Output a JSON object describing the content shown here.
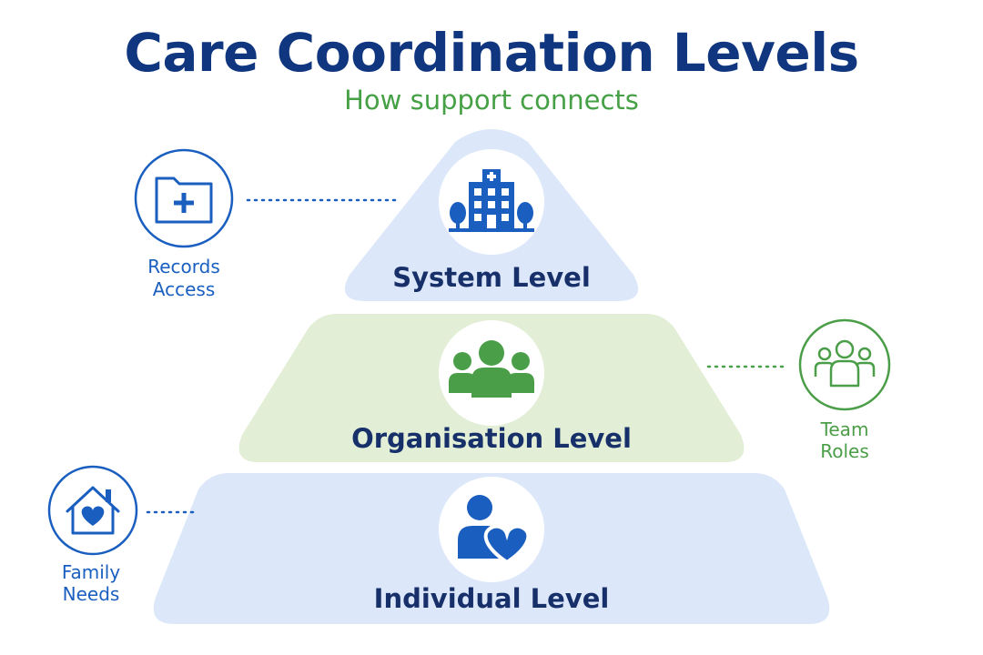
{
  "title": "Care Coordination Levels",
  "subtitle": "How support connects",
  "levels": [
    {
      "label": "System Level",
      "icon": "hospital-icon",
      "color": "#1a5fc0"
    },
    {
      "label": "Organisation Level",
      "icon": "team-group-icon",
      "color": "#4b9e48"
    },
    {
      "label": "Individual Level",
      "icon": "person-heart-icon",
      "color": "#1a5fc0"
    }
  ],
  "side_notes": [
    {
      "line1": "Records",
      "line2": "Access",
      "icon": "medical-folder-icon",
      "color": "#1a5fc0"
    },
    {
      "line1": "Team",
      "line2": "Roles",
      "icon": "team-roles-icon",
      "color": "#4b9e48"
    },
    {
      "line1": "Family",
      "line2": "Needs",
      "icon": "home-heart-icon",
      "color": "#1a5fc0"
    }
  ],
  "colors": {
    "title": "#10367f",
    "subtitle": "#46a046",
    "blue_fill": "#dce8fa",
    "green_fill": "#e2efd6",
    "blue_accent": "#1a5fc0",
    "green_accent": "#4b9e48"
  }
}
